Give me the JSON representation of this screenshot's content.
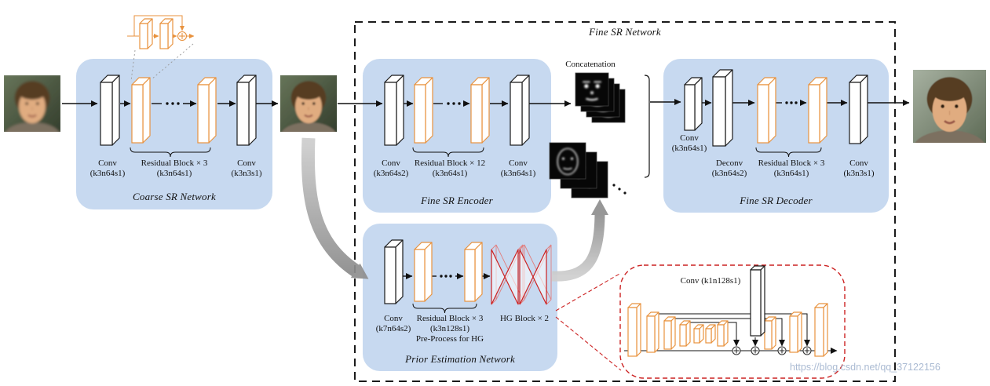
{
  "watermark": "https://blog.csdn.net/qq_37122156",
  "colors": {
    "box_blue": "#c7d9f0",
    "residual_orange": "#e8923e",
    "hg_red": "#cc2222",
    "arrow_gray": "#8f8f8f"
  },
  "coarse": {
    "name": "Coarse SR Network",
    "conv1": {
      "line1": "Conv",
      "line2": "(k3n64s1)"
    },
    "res": {
      "line1": "Residual Block × 3",
      "line2": "(k3n64s1)"
    },
    "conv2": {
      "line1": "Conv",
      "line2": "(k3n3s1)"
    }
  },
  "fine": {
    "name": "Fine SR Network",
    "encoder": {
      "name": "Fine SR Encoder",
      "conv1": {
        "line1": "Conv",
        "line2": "(k3n64s2)"
      },
      "res": {
        "line1": "Residual Block × 12",
        "line2": "(k3n64s1)"
      },
      "conv2": {
        "line1": "Conv",
        "line2": "(k3n64s1)"
      }
    },
    "concat": {
      "label": "Concatenation"
    },
    "decoder": {
      "name": "Fine SR Decoder",
      "conv1": {
        "line1": "Conv",
        "line2": "(k3n64s1)"
      },
      "deconv": {
        "line1": "Deconv",
        "line2": "(k3n64s2)"
      },
      "res": {
        "line1": "Residual Block × 3",
        "line2": "(k3n64s1)"
      },
      "conv2": {
        "line1": "Conv",
        "line2": "(k3n3s1)"
      }
    },
    "prior": {
      "name": "Prior Estimation Network",
      "conv1": {
        "line1": "Conv",
        "line2": "(k7n64s2)"
      },
      "res": {
        "line1": "Residual Block × 3",
        "line2": "(k3n128s1)",
        "line3": "Pre-Process for HG"
      },
      "hg": {
        "label": "HG Block × 2"
      }
    },
    "hg_detail": {
      "conv_label": "Conv (k1n128s1)"
    }
  }
}
